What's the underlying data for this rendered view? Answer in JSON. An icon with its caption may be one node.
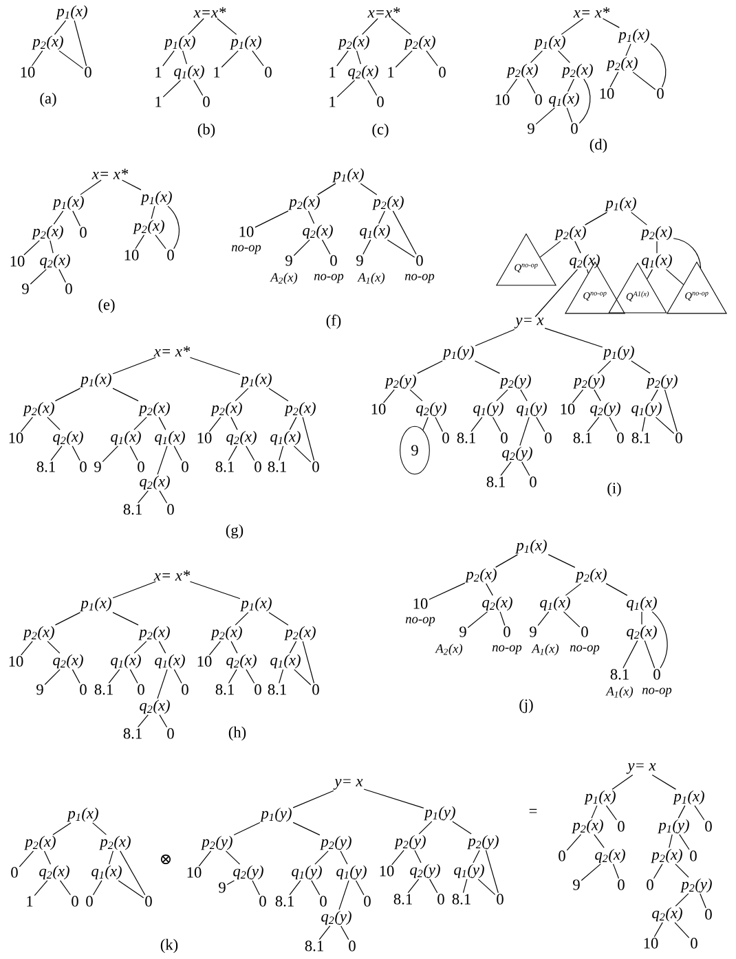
{
  "diagram": {
    "nodes": [
      {
        "text": [
          "p$_{1}$(x)"
        ]
      },
      {
        "text": [
          "p$_{2}$(x)"
        ]
      },
      {
        "text": [
          "10"
        ]
      },
      {
        "text": [
          "0"
        ]
      },
      {
        "text": [
          "x=x*"
        ]
      },
      {
        "text": [
          "p$_{1}$(x)"
        ]
      },
      {
        "text": [
          "p$_{1}$(x)"
        ]
      },
      {
        "text": [
          "1"
        ]
      },
      {
        "text": [
          "q$_{1}$(x)"
        ]
      },
      {
        "text": [
          "1"
        ]
      },
      {
        "text": [
          "0"
        ]
      },
      {
        "text": [
          "1"
        ]
      },
      {
        "text": [
          "0"
        ]
      },
      {
        "text": [
          "x=x*"
        ]
      },
      {
        "text": [
          "p$_{2}$(x)"
        ]
      },
      {
        "text": [
          "p$_{2}$(x)"
        ]
      },
      {
        "text": [
          "1"
        ]
      },
      {
        "text": [
          "q$_{2}$(x)"
        ]
      },
      {
        "text": [
          "1"
        ]
      },
      {
        "text": [
          "0"
        ]
      },
      {
        "text": [
          "1"
        ]
      },
      {
        "text": [
          "0"
        ]
      },
      {
        "text": [
          "x= x*"
        ]
      },
      {
        "text": [
          "p$_{1}$(x)"
        ]
      },
      {
        "text": [
          "p$_{1}$(x)"
        ]
      },
      {
        "text": [
          "p$_{2}$(x)"
        ]
      },
      {
        "text": [
          "p$_{2}$(x)"
        ]
      },
      {
        "text": [
          "p$_{2}$(x)"
        ]
      },
      {
        "text": [
          "10"
        ]
      },
      {
        "text": [
          "0"
        ]
      },
      {
        "text": [
          "q$_{1}$(x)"
        ]
      },
      {
        "text": [
          "10"
        ]
      },
      {
        "text": [
          "0"
        ]
      },
      {
        "text": [
          "9"
        ]
      },
      {
        "text": [
          "0"
        ]
      },
      {
        "text": [
          "x= x*"
        ]
      },
      {
        "text": [
          "p$_{1}$(x)"
        ]
      },
      {
        "text": [
          "p$_{1}$(x)"
        ]
      },
      {
        "text": [
          "p$_{2}$(x)"
        ]
      },
      {
        "text": [
          "0"
        ]
      },
      {
        "text": [
          "p$_{2}$(x)"
        ]
      },
      {
        "text": [
          "10"
        ]
      },
      {
        "text": [
          "q$_{2}$(x)"
        ]
      },
      {
        "text": [
          "10"
        ]
      },
      {
        "text": [
          "0"
        ]
      },
      {
        "text": [
          "9"
        ]
      },
      {
        "text": [
          "0"
        ]
      },
      {
        "text": [
          "p$_{1}$(x)"
        ]
      },
      {
        "text": [
          "p$_{2}$(x)"
        ]
      },
      {
        "text": [
          "p$_{2}$(x)"
        ]
      },
      {
        "text": [
          "10"
        ],
        "beside": [
          "no-op"
        ]
      },
      {
        "text": [
          "q$_{2}$(x)"
        ]
      },
      {
        "text": [
          "q$_{1}$(x)"
        ]
      },
      {
        "text": [
          "9"
        ],
        "beside": [
          "A$_{2}$(x)"
        ]
      },
      {
        "text": [
          "0"
        ],
        "beside": [
          "no-op"
        ]
      },
      {
        "text": [
          "9"
        ],
        "beside": [
          "A$_{1}$(x)"
        ]
      },
      {
        "text": [
          "0"
        ],
        "beside": [
          "no-op"
        ]
      },
      {
        "text": [
          "p$_{1}$(x)"
        ]
      },
      {
        "text": [
          "p$_{2}$(x)"
        ]
      },
      {
        "text": [
          "p$_{2}$(x)"
        ]
      },
      {
        "text": [
          "Q$^{no-op}$"
        ]
      },
      {
        "text": [
          "q$_{2}$(x)"
        ]
      },
      {
        "text": [
          "q$_{1}$(x)"
        ]
      },
      {
        "text": [
          "Q$^{no-op}$"
        ]
      },
      {
        "text": [
          "Q$^{A1(x)}$"
        ]
      },
      {
        "text": [
          "Q$^{no-op}$"
        ]
      },
      {
        "text": [
          "y= x"
        ]
      },
      {
        "text": [
          "p$_{1}$(y)"
        ]
      },
      {
        "text": [
          "p$_{1}$(y)"
        ]
      },
      {
        "text": [
          "p$_{2}$(y)"
        ]
      },
      {
        "text": [
          "p$_{2}$(y)"
        ]
      },
      {
        "text": [
          "p$_{2}$(y)"
        ]
      },
      {
        "text": [
          "p$_{2}$(y)"
        ]
      },
      {
        "text": [
          "10"
        ]
      },
      {
        "text": [
          "q$_{2}$(y)"
        ]
      },
      {
        "text": [
          "q$_{1}$(y)"
        ]
      },
      {
        "text": [
          "q$_{1}$(y)"
        ]
      },
      {
        "text": [
          "10"
        ]
      },
      {
        "text": [
          "q$_{2}$(y)"
        ]
      },
      {
        "text": [
          "q$_{1}$(y)"
        ]
      },
      {
        "text": [
          "9"
        ]
      },
      {
        "text": [
          "0"
        ]
      },
      {
        "text": [
          "8.1"
        ]
      },
      {
        "text": [
          "0"
        ]
      },
      {
        "text": [
          "0"
        ]
      },
      {
        "text": [
          "8.1"
        ]
      },
      {
        "text": [
          "0"
        ]
      },
      {
        "text": [
          "8.1"
        ]
      },
      {
        "text": [
          "0"
        ]
      },
      {
        "text": [
          "q$_{2}$(y)"
        ]
      },
      {
        "text": [
          "8.1"
        ]
      },
      {
        "text": [
          "0"
        ]
      },
      {
        "text": [
          "x= x*"
        ]
      },
      {
        "text": [
          "p$_{1}$(x)"
        ]
      },
      {
        "text": [
          "p$_{1}$(x)"
        ]
      },
      {
        "text": [
          "p$_{2}$(x)"
        ]
      },
      {
        "text": [
          "p$_{2}$(x)"
        ]
      },
      {
        "text": [
          "p$_{2}$(x)"
        ]
      },
      {
        "text": [
          "p$_{2}$(x)"
        ]
      },
      {
        "text": [
          "10"
        ]
      },
      {
        "text": [
          "q$_{2}$(x)"
        ]
      },
      {
        "text": [
          "q$_{1}$(x)"
        ]
      },
      {
        "text": [
          "q$_{1}$(x)"
        ]
      },
      {
        "text": [
          "10"
        ]
      },
      {
        "text": [
          "q$_{2}$(x)"
        ]
      },
      {
        "text": [
          "q$_{1}$(x)"
        ]
      },
      {
        "text": [
          "8.1"
        ]
      },
      {
        "text": [
          "0"
        ]
      },
      {
        "text": [
          "9"
        ]
      },
      {
        "text": [
          "0"
        ]
      },
      {
        "text": [
          "0"
        ]
      },
      {
        "text": [
          "8.1"
        ]
      },
      {
        "text": [
          "0"
        ]
      },
      {
        "text": [
          "8.1"
        ]
      },
      {
        "text": [
          "0"
        ]
      },
      {
        "text": [
          "q$_{2}$(x)"
        ]
      },
      {
        "text": [
          "8.1"
        ]
      },
      {
        "text": [
          "0"
        ]
      },
      {
        "text": [
          "x= x*"
        ]
      },
      {
        "text": [
          "p$_{1}$(x)"
        ]
      },
      {
        "text": [
          "p$_{1}$(x)"
        ]
      },
      {
        "text": [
          "p$_{2}$(x)"
        ]
      },
      {
        "text": [
          "p$_{2}$(x)"
        ]
      },
      {
        "text": [
          "p$_{2}$(x)"
        ]
      },
      {
        "text": [
          "p$_{2}$(x)"
        ]
      },
      {
        "text": [
          "10"
        ]
      },
      {
        "text": [
          "q$_{2}$(x)"
        ]
      },
      {
        "text": [
          "q$_{1}$(x)"
        ]
      },
      {
        "text": [
          "q$_{1}$(x)"
        ]
      },
      {
        "text": [
          "10"
        ]
      },
      {
        "text": [
          "q$_{2}$(x)"
        ]
      },
      {
        "text": [
          "q$_{1}$(x)"
        ]
      },
      {
        "text": [
          "9"
        ]
      },
      {
        "text": [
          "0"
        ]
      },
      {
        "text": [
          "8.1"
        ]
      },
      {
        "text": [
          "0"
        ]
      },
      {
        "text": [
          "0"
        ]
      },
      {
        "text": [
          "8.1"
        ]
      },
      {
        "text": [
          "0"
        ]
      },
      {
        "text": [
          "8.1"
        ]
      },
      {
        "text": [
          "0"
        ]
      },
      {
        "text": [
          "q$_{2}$(x)"
        ]
      },
      {
        "text": [
          "8.1"
        ]
      },
      {
        "text": [
          "0"
        ]
      },
      {
        "text": [
          "p$_{1}$(x)"
        ]
      },
      {
        "text": [
          "p$_{2}$(x)"
        ]
      },
      {
        "text": [
          "p$_{2}$(x)"
        ]
      },
      {
        "text": [
          "10"
        ],
        "beside": [
          "no-op"
        ]
      },
      {
        "text": [
          "q$_{2}$(x)"
        ]
      },
      {
        "text": [
          "q$_{1}$(x)"
        ]
      },
      {
        "text": [
          "q$_{1}$(x)"
        ]
      },
      {
        "text": [
          "9"
        ],
        "beside": [
          "A$_{2}$(x)"
        ]
      },
      {
        "text": [
          "0"
        ],
        "beside": [
          "no-op"
        ]
      },
      {
        "text": [
          "9"
        ],
        "beside": [
          "A$_{1}$(x)"
        ]
      },
      {
        "text": [
          "0"
        ],
        "beside": [
          "no-op"
        ]
      },
      {
        "text": [
          "q$_{2}$(x)"
        ]
      },
      {
        "text": [
          "8.1"
        ],
        "beside": [
          "A$_{1}$(x)"
        ]
      },
      {
        "text": [
          "0"
        ],
        "beside": [
          "no-op"
        ]
      },
      {
        "text": [
          "p$_{1}$(x)"
        ]
      },
      {
        "text": [
          "p$_{2}$(x)"
        ]
      },
      {
        "text": [
          "p$_{2}$(x)"
        ]
      },
      {
        "text": [
          "0"
        ]
      },
      {
        "text": [
          "q$_{2}$(x)"
        ]
      },
      {
        "text": [
          "q$_{1}$(x)"
        ]
      },
      {
        "text": [
          "1"
        ]
      },
      {
        "text": [
          "0"
        ]
      },
      {
        "text": [
          "0"
        ]
      },
      {
        "text": [
          "0"
        ]
      },
      {
        "text": [
          "y= x"
        ]
      },
      {
        "text": [
          "p$_{1}$(y)"
        ]
      },
      {
        "text": [
          "p$_{1}$(y)"
        ]
      },
      {
        "text": [
          "p$_{2}$(y)"
        ]
      },
      {
        "text": [
          "p$_{2}$(y)"
        ]
      },
      {
        "text": [
          "p$_{2}$(y)"
        ]
      },
      {
        "text": [
          "p$_{2}$(y)"
        ]
      },
      {
        "text": [
          "10"
        ]
      },
      {
        "text": [
          "q$_{2}$(y)"
        ]
      },
      {
        "text": [
          "q$_{1}$(y)"
        ]
      },
      {
        "text": [
          "q$_{1}$(y)"
        ]
      },
      {
        "text": [
          "10"
        ]
      },
      {
        "text": [
          "q$_{2}$(y)"
        ]
      },
      {
        "text": [
          "q$_{1}$(y)"
        ]
      },
      {
        "text": [
          "9"
        ]
      },
      {
        "text": [
          "0"
        ]
      },
      {
        "text": [
          "8.1"
        ]
      },
      {
        "text": [
          "0"
        ]
      },
      {
        "text": [
          "0"
        ]
      },
      {
        "text": [
          "8.1"
        ]
      },
      {
        "text": [
          "0"
        ]
      },
      {
        "text": [
          "8.1"
        ]
      },
      {
        "text": [
          "0"
        ]
      },
      {
        "text": [
          "q$_{2}$(y)"
        ]
      },
      {
        "text": [
          "8.1"
        ]
      },
      {
        "text": [
          "0"
        ]
      },
      {
        "text": [
          "y= x"
        ]
      },
      {
        "text": [
          "p$_{1}$(x)"
        ]
      },
      {
        "text": [
          "p$_{1}$(x)"
        ]
      },
      {
        "text": [
          "p$_{2}$(x)"
        ]
      },
      {
        "text": [
          "0"
        ]
      },
      {
        "text": [
          "p$_{1}$(y)"
        ]
      },
      {
        "text": [
          "0"
        ]
      },
      {
        "text": [
          "0"
        ]
      },
      {
        "text": [
          "q$_{2}$(x)"
        ]
      },
      {
        "text": [
          "p$_{2}$(x)"
        ]
      },
      {
        "text": [
          "0"
        ]
      },
      {
        "text": [
          "9"
        ]
      },
      {
        "text": [
          "0"
        ]
      },
      {
        "text": [
          "0"
        ]
      },
      {
        "text": [
          "p$_{2}$(y)"
        ]
      },
      {
        "text": [
          "q$_{2}$(x)"
        ]
      },
      {
        "text": [
          "0"
        ]
      },
      {
        "text": [
          "10"
        ]
      },
      {
        "text": [
          "0"
        ]
      }
    ],
    "edges": [
      {
        "from": 0,
        "to": 1,
        "arrow": "none"
      },
      {
        "from": 0,
        "to": 3,
        "arrow": "none"
      },
      {
        "from": 1,
        "to": 2,
        "arrow": "none"
      },
      {
        "from": 1,
        "to": 3,
        "arrow": "none"
      },
      {
        "from": 4,
        "to": 5,
        "arrow": "none"
      },
      {
        "from": 4,
        "to": 6,
        "arrow": "none"
      },
      {
        "from": 5,
        "to": 7,
        "arrow": "none"
      },
      {
        "from": 5,
        "to": 8,
        "arrow": "none"
      },
      {
        "from": 8,
        "to": 11,
        "arrow": "none"
      },
      {
        "from": 8,
        "to": 12,
        "arrow": "none"
      },
      {
        "from": 6,
        "to": 9,
        "arrow": "none"
      },
      {
        "from": 6,
        "to": 10,
        "arrow": "none"
      },
      {
        "from": 13,
        "to": 14,
        "arrow": "none"
      },
      {
        "from": 13,
        "to": 15,
        "arrow": "none"
      },
      {
        "from": 14,
        "to": 16,
        "arrow": "none"
      },
      {
        "from": 14,
        "to": 17,
        "arrow": "none"
      },
      {
        "from": 17,
        "to": 20,
        "arrow": "none"
      },
      {
        "from": 17,
        "to": 21,
        "arrow": "none"
      },
      {
        "from": 15,
        "to": 18,
        "arrow": "none"
      },
      {
        "from": 15,
        "to": 19,
        "arrow": "none"
      },
      {
        "from": 22,
        "to": 23,
        "arrow": "none"
      },
      {
        "from": 22,
        "to": 24,
        "arrow": "none"
      },
      {
        "from": 23,
        "to": 25,
        "arrow": "none"
      },
      {
        "from": 23,
        "to": 26,
        "arrow": "none"
      },
      {
        "from": 25,
        "to": 28,
        "arrow": "none"
      },
      {
        "from": 25,
        "to": 29,
        "arrow": "none"
      },
      {
        "from": 26,
        "to": 30,
        "arrow": "none"
      },
      {
        "from": 26,
        "to": 34,
        "arrow": "none"
      },
      {
        "from": 30,
        "to": 33,
        "arrow": "none"
      },
      {
        "from": 30,
        "to": 34,
        "arrow": "none"
      },
      {
        "from": 24,
        "to": 27,
        "arrow": "none"
      },
      {
        "from": 24,
        "to": 32,
        "arrow": "none"
      },
      {
        "from": 27,
        "to": 31,
        "arrow": "none"
      },
      {
        "from": 27,
        "to": 32,
        "arrow": "none"
      },
      {
        "from": 35,
        "to": 36,
        "arrow": "none"
      },
      {
        "from": 35,
        "to": 37,
        "arrow": "none"
      },
      {
        "from": 36,
        "to": 38,
        "arrow": "none"
      },
      {
        "from": 36,
        "to": 39,
        "arrow": "none"
      },
      {
        "from": 38,
        "to": 41,
        "arrow": "none"
      },
      {
        "from": 38,
        "to": 42,
        "arrow": "none"
      },
      {
        "from": 42,
        "to": 45,
        "arrow": "none"
      },
      {
        "from": 42,
        "to": 46,
        "arrow": "none"
      },
      {
        "from": 37,
        "to": 40,
        "arrow": "none"
      },
      {
        "from": 37,
        "to": 44,
        "arrow": "none"
      },
      {
        "from": 40,
        "to": 43,
        "arrow": "none"
      },
      {
        "from": 40,
        "to": 44,
        "arrow": "none"
      },
      {
        "from": 47,
        "to": 48,
        "arrow": "none"
      },
      {
        "from": 47,
        "to": 49,
        "arrow": "none"
      },
      {
        "from": 48,
        "to": 50,
        "arrow": "none"
      },
      {
        "from": 48,
        "to": 51,
        "arrow": "none"
      },
      {
        "from": 51,
        "to": 53,
        "arrow": "none"
      },
      {
        "from": 51,
        "to": 54,
        "arrow": "none"
      },
      {
        "from": 49,
        "to": 52,
        "arrow": "none"
      },
      {
        "from": 49,
        "to": 56,
        "arrow": "none"
      },
      {
        "from": 52,
        "to": 55,
        "arrow": "none"
      },
      {
        "from": 52,
        "to": 56,
        "arrow": "none"
      },
      {
        "from": 57,
        "to": 58,
        "arrow": "none"
      },
      {
        "from": 57,
        "to": 59,
        "arrow": "none"
      },
      {
        "from": 58,
        "to": 60,
        "arrow": "none"
      },
      {
        "from": 58,
        "to": 61,
        "arrow": "none"
      },
      {
        "from": 61,
        "to": 63,
        "arrow": "none"
      },
      {
        "from": 61,
        "to": 66,
        "arrow": "none"
      },
      {
        "from": 59,
        "to": 62,
        "arrow": "none"
      },
      {
        "from": 59,
        "to": 65,
        "arrow": "none"
      },
      {
        "from": 62,
        "to": 64,
        "arrow": "none"
      },
      {
        "from": 62,
        "to": 65,
        "arrow": "none"
      },
      {
        "from": 66,
        "to": 67,
        "arrow": "none"
      },
      {
        "from": 66,
        "to": 68,
        "arrow": "none"
      },
      {
        "from": 67,
        "to": 69,
        "arrow": "none"
      },
      {
        "from": 67,
        "to": 70,
        "arrow": "none"
      },
      {
        "from": 69,
        "to": 73,
        "arrow": "none"
      },
      {
        "from": 69,
        "to": 74,
        "arrow": "none"
      },
      {
        "from": 74,
        "to": 80,
        "arrow": "none"
      },
      {
        "from": 74,
        "to": 81,
        "arrow": "none"
      },
      {
        "from": 70,
        "to": 75,
        "arrow": "none"
      },
      {
        "from": 70,
        "to": 76,
        "arrow": "none"
      },
      {
        "from": 75,
        "to": 82,
        "arrow": "none"
      },
      {
        "from": 75,
        "to": 83,
        "arrow": "none"
      },
      {
        "from": 76,
        "to": 89,
        "arrow": "none"
      },
      {
        "from": 76,
        "to": 84,
        "arrow": "none"
      },
      {
        "from": 89,
        "to": 90,
        "arrow": "none"
      },
      {
        "from": 89,
        "to": 91,
        "arrow": "none"
      },
      {
        "from": 68,
        "to": 71,
        "arrow": "none"
      },
      {
        "from": 68,
        "to": 72,
        "arrow": "none"
      },
      {
        "from": 71,
        "to": 77,
        "arrow": "none"
      },
      {
        "from": 71,
        "to": 78,
        "arrow": "none"
      },
      {
        "from": 78,
        "to": 85,
        "arrow": "none"
      },
      {
        "from": 78,
        "to": 86,
        "arrow": "none"
      },
      {
        "from": 72,
        "to": 79,
        "arrow": "none"
      },
      {
        "from": 72,
        "to": 88,
        "arrow": "none"
      },
      {
        "from": 79,
        "to": 87,
        "arrow": "none"
      },
      {
        "from": 79,
        "to": 88,
        "arrow": "none"
      },
      {
        "from": 92,
        "to": 93,
        "arrow": "none"
      },
      {
        "from": 92,
        "to": 94,
        "arrow": "none"
      },
      {
        "from": 93,
        "to": 95,
        "arrow": "none"
      },
      {
        "from": 93,
        "to": 96,
        "arrow": "none"
      },
      {
        "from": 95,
        "to": 99,
        "arrow": "none"
      },
      {
        "from": 95,
        "to": 100,
        "arrow": "none"
      },
      {
        "from": 100,
        "to": 106,
        "arrow": "none"
      },
      {
        "from": 100,
        "to": 107,
        "arrow": "none"
      },
      {
        "from": 96,
        "to": 101,
        "arrow": "none"
      },
      {
        "from": 96,
        "to": 102,
        "arrow": "none"
      },
      {
        "from": 101,
        "to": 108,
        "arrow": "none"
      },
      {
        "from": 101,
        "to": 109,
        "arrow": "none"
      },
      {
        "from": 102,
        "to": 115,
        "arrow": "none"
      },
      {
        "from": 102,
        "to": 110,
        "arrow": "none"
      },
      {
        "from": 115,
        "to": 116,
        "arrow": "none"
      },
      {
        "from": 115,
        "to": 117,
        "arrow": "none"
      },
      {
        "from": 94,
        "to": 97,
        "arrow": "none"
      },
      {
        "from": 94,
        "to": 98,
        "arrow": "none"
      },
      {
        "from": 97,
        "to": 103,
        "arrow": "none"
      },
      {
        "from": 97,
        "to": 104,
        "arrow": "none"
      },
      {
        "from": 104,
        "to": 111,
        "arrow": "none"
      },
      {
        "from": 104,
        "to": 112,
        "arrow": "none"
      },
      {
        "from": 98,
        "to": 105,
        "arrow": "none"
      },
      {
        "from": 98,
        "to": 114,
        "arrow": "none"
      },
      {
        "from": 105,
        "to": 113,
        "arrow": "none"
      },
      {
        "from": 105,
        "to": 114,
        "arrow": "none"
      },
      {
        "from": 118,
        "to": 119,
        "arrow": "none"
      },
      {
        "from": 118,
        "to": 120,
        "arrow": "none"
      },
      {
        "from": 119,
        "to": 121,
        "arrow": "none"
      },
      {
        "from": 119,
        "to": 122,
        "arrow": "none"
      },
      {
        "from": 121,
        "to": 125,
        "arrow": "none"
      },
      {
        "from": 121,
        "to": 126,
        "arrow": "none"
      },
      {
        "from": 126,
        "to": 132,
        "arrow": "none"
      },
      {
        "from": 126,
        "to": 133,
        "arrow": "none"
      },
      {
        "from": 122,
        "to": 127,
        "arrow": "none"
      },
      {
        "from": 122,
        "to": 128,
        "arrow": "none"
      },
      {
        "from": 127,
        "to": 134,
        "arrow": "none"
      },
      {
        "from": 127,
        "to": 135,
        "arrow": "none"
      },
      {
        "from": 128,
        "to": 141,
        "arrow": "none"
      },
      {
        "from": 128,
        "to": 136,
        "arrow": "none"
      },
      {
        "from": 141,
        "to": 142,
        "arrow": "none"
      },
      {
        "from": 141,
        "to": 143,
        "arrow": "none"
      },
      {
        "from": 120,
        "to": 123,
        "arrow": "none"
      },
      {
        "from": 120,
        "to": 124,
        "arrow": "none"
      },
      {
        "from": 123,
        "to": 129,
        "arrow": "none"
      },
      {
        "from": 123,
        "to": 130,
        "arrow": "none"
      },
      {
        "from": 130,
        "to": 137,
        "arrow": "none"
      },
      {
        "from": 130,
        "to": 138,
        "arrow": "none"
      },
      {
        "from": 124,
        "to": 131,
        "arrow": "none"
      },
      {
        "from": 124,
        "to": 140,
        "arrow": "none"
      },
      {
        "from": 131,
        "to": 139,
        "arrow": "none"
      },
      {
        "from": 131,
        "to": 140,
        "arrow": "none"
      },
      {
        "from": 144,
        "to": 145,
        "arrow": "none"
      },
      {
        "from": 144,
        "to": 146,
        "arrow": "none"
      },
      {
        "from": 145,
        "to": 147,
        "arrow": "none"
      },
      {
        "from": 145,
        "to": 148,
        "arrow": "none"
      },
      {
        "from": 148,
        "to": 151,
        "arrow": "none"
      },
      {
        "from": 148,
        "to": 152,
        "arrow": "none"
      },
      {
        "from": 146,
        "to": 149,
        "arrow": "none"
      },
      {
        "from": 146,
        "to": 150,
        "arrow": "none"
      },
      {
        "from": 149,
        "to": 153,
        "arrow": "none"
      },
      {
        "from": 149,
        "to": 154,
        "arrow": "none"
      },
      {
        "from": 150,
        "to": 155,
        "arrow": "none"
      },
      {
        "from": 150,
        "to": 157,
        "arrow": "none"
      },
      {
        "from": 155,
        "to": 156,
        "arrow": "none"
      },
      {
        "from": 155,
        "to": 157,
        "arrow": "none"
      },
      {
        "from": 158,
        "to": 159,
        "arrow": "none"
      },
      {
        "from": 158,
        "to": 160,
        "arrow": "none"
      },
      {
        "from": 159,
        "to": 161,
        "arrow": "none"
      },
      {
        "from": 159,
        "to": 162,
        "arrow": "none"
      },
      {
        "from": 162,
        "to": 164,
        "arrow": "none"
      },
      {
        "from": 162,
        "to": 165,
        "arrow": "none"
      },
      {
        "from": 160,
        "to": 163,
        "arrow": "none"
      },
      {
        "from": 160,
        "to": 167,
        "arrow": "none"
      },
      {
        "from": 163,
        "to": 166,
        "arrow": "none"
      },
      {
        "from": 163,
        "to": 167,
        "arrow": "none"
      },
      {
        "from": 168,
        "to": 169,
        "arrow": "none"
      },
      {
        "from": 168,
        "to": 170,
        "arrow": "none"
      },
      {
        "from": 169,
        "to": 171,
        "arrow": "none"
      },
      {
        "from": 169,
        "to": 172,
        "arrow": "none"
      },
      {
        "from": 171,
        "to": 175,
        "arrow": "none"
      },
      {
        "from": 171,
        "to": 176,
        "arrow": "none"
      },
      {
        "from": 176,
        "to": 182,
        "arrow": "none"
      },
      {
        "from": 176,
        "to": 183,
        "arrow": "none"
      },
      {
        "from": 172,
        "to": 177,
        "arrow": "none"
      },
      {
        "from": 172,
        "to": 178,
        "arrow": "none"
      },
      {
        "from": 177,
        "to": 184,
        "arrow": "none"
      },
      {
        "from": 177,
        "to": 185,
        "arrow": "none"
      },
      {
        "from": 178,
        "to": 191,
        "arrow": "none"
      },
      {
        "from": 178,
        "to": 186,
        "arrow": "none"
      },
      {
        "from": 191,
        "to": 192,
        "arrow": "none"
      },
      {
        "from": 191,
        "to": 193,
        "arrow": "none"
      },
      {
        "from": 170,
        "to": 173,
        "arrow": "none"
      },
      {
        "from": 170,
        "to": 174,
        "arrow": "none"
      },
      {
        "from": 173,
        "to": 179,
        "arrow": "none"
      },
      {
        "from": 173,
        "to": 180,
        "arrow": "none"
      },
      {
        "from": 180,
        "to": 187,
        "arrow": "none"
      },
      {
        "from": 180,
        "to": 188,
        "arrow": "none"
      },
      {
        "from": 174,
        "to": 181,
        "arrow": "none"
      },
      {
        "from": 174,
        "to": 190,
        "arrow": "none"
      },
      {
        "from": 181,
        "to": 189,
        "arrow": "none"
      },
      {
        "from": 181,
        "to": 190,
        "arrow": "none"
      },
      {
        "from": 194,
        "to": 195,
        "arrow": "none"
      },
      {
        "from": 194,
        "to": 196,
        "arrow": "none"
      },
      {
        "from": 195,
        "to": 197,
        "arrow": "none"
      },
      {
        "from": 195,
        "to": 198,
        "arrow": "none"
      },
      {
        "from": 197,
        "to": 201,
        "arrow": "none"
      },
      {
        "from": 197,
        "to": 202,
        "arrow": "none"
      },
      {
        "from": 202,
        "to": 205,
        "arrow": "none"
      },
      {
        "from": 202,
        "to": 206,
        "arrow": "none"
      },
      {
        "from": 196,
        "to": 199,
        "arrow": "none"
      },
      {
        "from": 196,
        "to": 200,
        "arrow": "none"
      },
      {
        "from": 199,
        "to": 203,
        "arrow": "none"
      },
      {
        "from": 199,
        "to": 204,
        "arrow": "none"
      },
      {
        "from": 203,
        "to": 207,
        "arrow": "none"
      },
      {
        "from": 203,
        "to": 208,
        "arrow": "none"
      },
      {
        "from": 208,
        "to": 209,
        "arrow": "none"
      },
      {
        "from": 208,
        "to": 210,
        "arrow": "none"
      },
      {
        "from": 209,
        "to": 211,
        "arrow": "none"
      },
      {
        "from": 209,
        "to": 212,
        "arrow": "none"
      }
    ],
    "labels": [
      "(a)",
      "(b)",
      "(c)",
      "(d)",
      "(e)",
      "(f)",
      "(i)",
      "(g)",
      "(j)",
      "(h)",
      "⊗",
      "=",
      "(k)"
    ]
  }
}
